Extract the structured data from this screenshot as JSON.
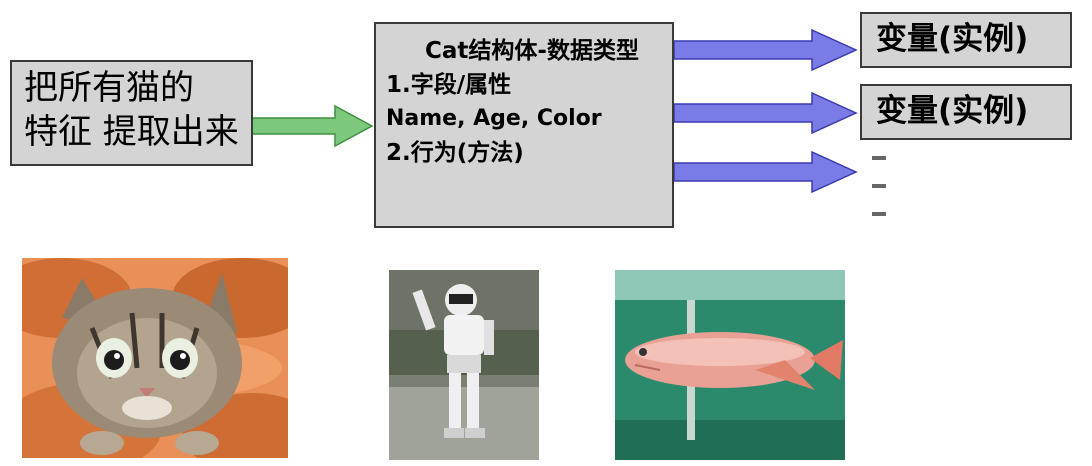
{
  "left_box": {
    "lines": [
      "把所有猫的",
      "特征 提取出来"
    ]
  },
  "struct_box": {
    "title": "Cat结构体-数据类型",
    "item1": "1.字段/属性",
    "fields": "Name, Age, Color",
    "item2": "2.行为(方法)"
  },
  "instances": [
    "变量(实例)",
    "变量(实例)"
  ],
  "colors": {
    "box_fill": "#d4d4d4",
    "green_arrow": "#7cc87c",
    "blue_arrow": "#7b7be6"
  },
  "photos": [
    "kitten-photo",
    "robot-photo",
    "arowana-fish-photo"
  ]
}
